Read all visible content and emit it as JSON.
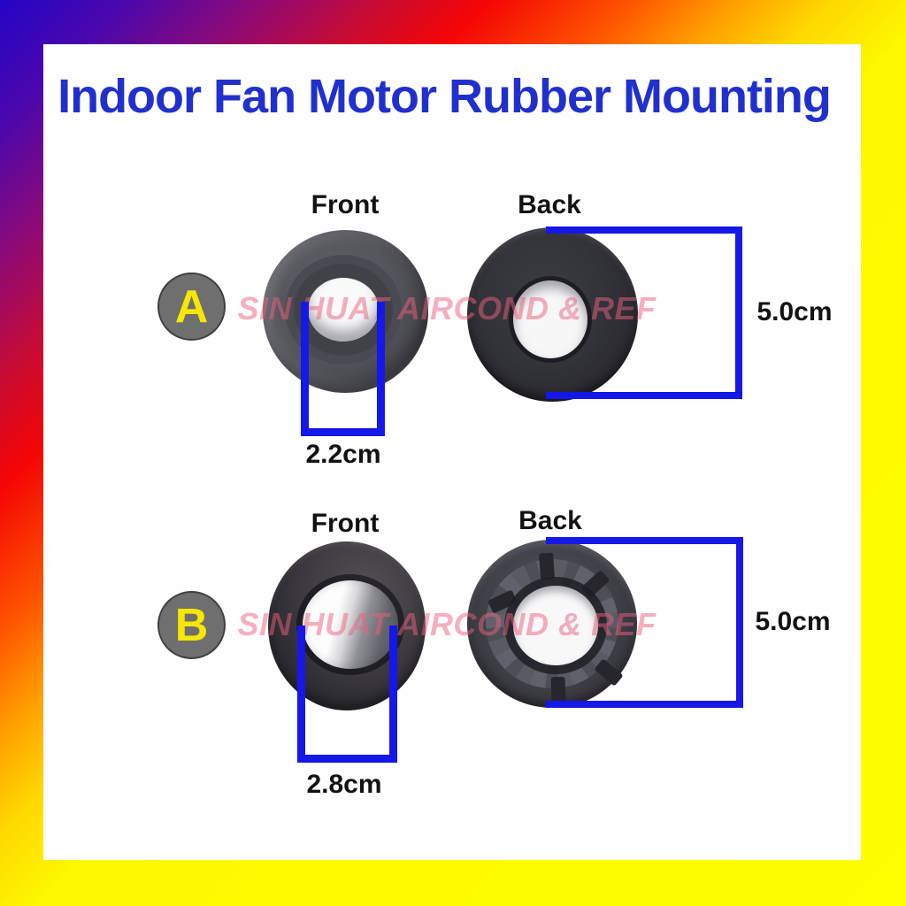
{
  "title": "Indoor Fan Motor Rubber Mounting",
  "watermark": "SIN HUAT AIRCOND & REF",
  "colors": {
    "title_blue": "#2130cd",
    "dimension_blue": "#1518e8",
    "badge_gray": "#6f6f6f",
    "badge_letter_yellow": "#f8e800",
    "watermark_pink": "#f2a8b4",
    "frame_gradient": [
      "#2505c5",
      "#f50505",
      "#ffff00"
    ]
  },
  "sections": [
    {
      "badge": "A",
      "front_label": "Front",
      "back_label": "Back",
      "front_width": "2.2cm",
      "back_height": "5.0cm"
    },
    {
      "badge": "B",
      "front_label": "Front",
      "back_label": "Back",
      "front_width": "2.8cm",
      "back_height": "5.0cm"
    }
  ]
}
